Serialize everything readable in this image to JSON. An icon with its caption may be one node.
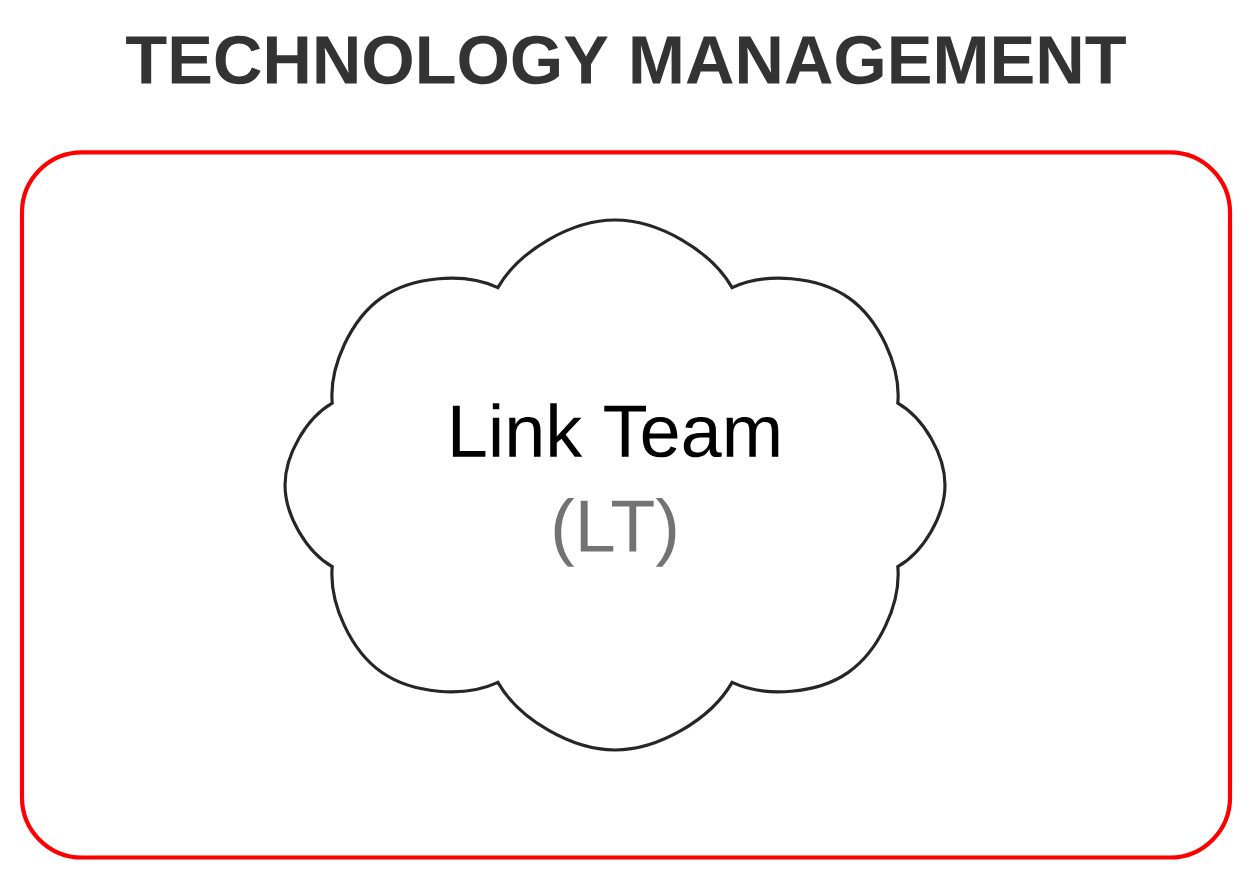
{
  "diagram": {
    "title": "TECHNOLOGY MANAGEMENT",
    "nodes": [
      {
        "text": [],
        "shape": "box"
      },
      {
        "text": [
          "Link Team",
          "(LT)"
        ],
        "in": 0
      }
    ]
  }
}
